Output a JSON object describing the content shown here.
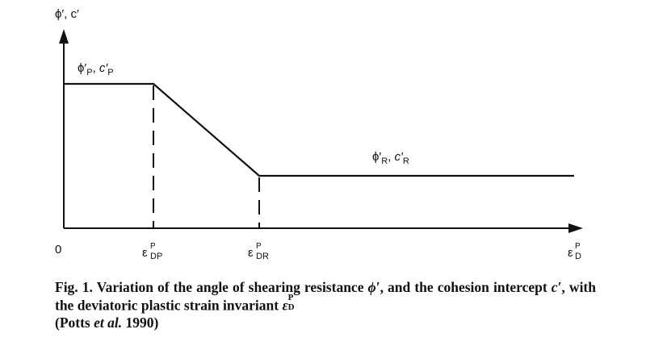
{
  "diagram": {
    "y_axis_label": {
      "symbol": "ϕ′, c′"
    },
    "x_axis_label": {
      "base": "ε",
      "sup": "P",
      "sub": "D"
    },
    "origin_label": "0",
    "tick_dp": {
      "base": "ε",
      "sup": "P",
      "sub": "DP"
    },
    "tick_dr": {
      "base": "ε",
      "sup": "P",
      "sub": "DR"
    },
    "peak_label": {
      "phi": "ϕ′",
      "phi_sub": "P",
      "sep": ", ",
      "c": "c′",
      "c_sub": "P"
    },
    "residual_label": {
      "phi": "ϕ′",
      "phi_sub": "R",
      "sep": ", ",
      "c": "c′",
      "c_sub": "R"
    },
    "line_color": "#111111"
  },
  "caption": {
    "prefix": "Fig. 1. Variation of the angle of shearing resistance ",
    "phi": "ϕ′",
    "mid1": ", and the cohesion intercept ",
    "c": "c′",
    "mid2": ", with the deviatoric plastic strain invariant ",
    "eps": "ε",
    "eps_sup": "P",
    "eps_sub": "D",
    "newline_open": "(Potts ",
    "etal": "et al.",
    "year_close": " 1990)"
  }
}
